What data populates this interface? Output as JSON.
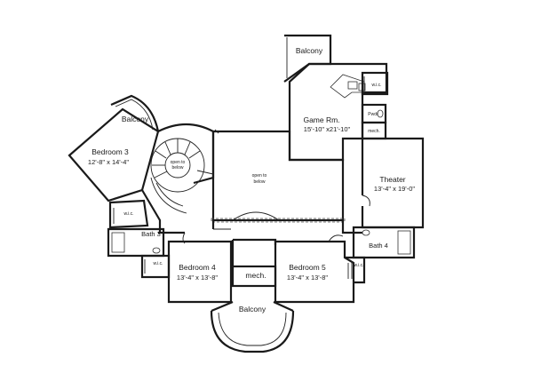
{
  "rooms": {
    "balcony_top": {
      "name": "Balcony"
    },
    "wic_top": {
      "name": "w.i.c."
    },
    "game_rm": {
      "name": "Game Rm.",
      "dims": "15'-10\" x21'-10\""
    },
    "pwdr": {
      "name": "Pwdr"
    },
    "mech_top": {
      "name": "mech."
    },
    "balcony_left": {
      "name": "Balcony"
    },
    "bedroom3": {
      "name": "Bedroom 3",
      "dims": "12'-8\" x 14'-4\""
    },
    "open_below_stair": {
      "line1": "open to",
      "line2": "below"
    },
    "open_below_main": {
      "line1": "open to",
      "line2": "below"
    },
    "theater": {
      "name": "Theater",
      "dims": "13'-4\" x 19'-0\""
    },
    "wic_left": {
      "name": "w.i.c."
    },
    "bath3": {
      "name": "Bath 3"
    },
    "bath4": {
      "name": "Bath 4"
    },
    "wic_mid": {
      "name": "w.i.c."
    },
    "bedroom4": {
      "name": "Bedroom 4",
      "dims": "13'-4\" x 13'-8\""
    },
    "mech_mid": {
      "name": "mech."
    },
    "bedroom5": {
      "name": "Bedroom 5",
      "dims": "13'-4\" x 13'-8\""
    },
    "wic_right": {
      "name": "w.i.c."
    },
    "balcony_bottom": {
      "name": "Balcony"
    }
  }
}
